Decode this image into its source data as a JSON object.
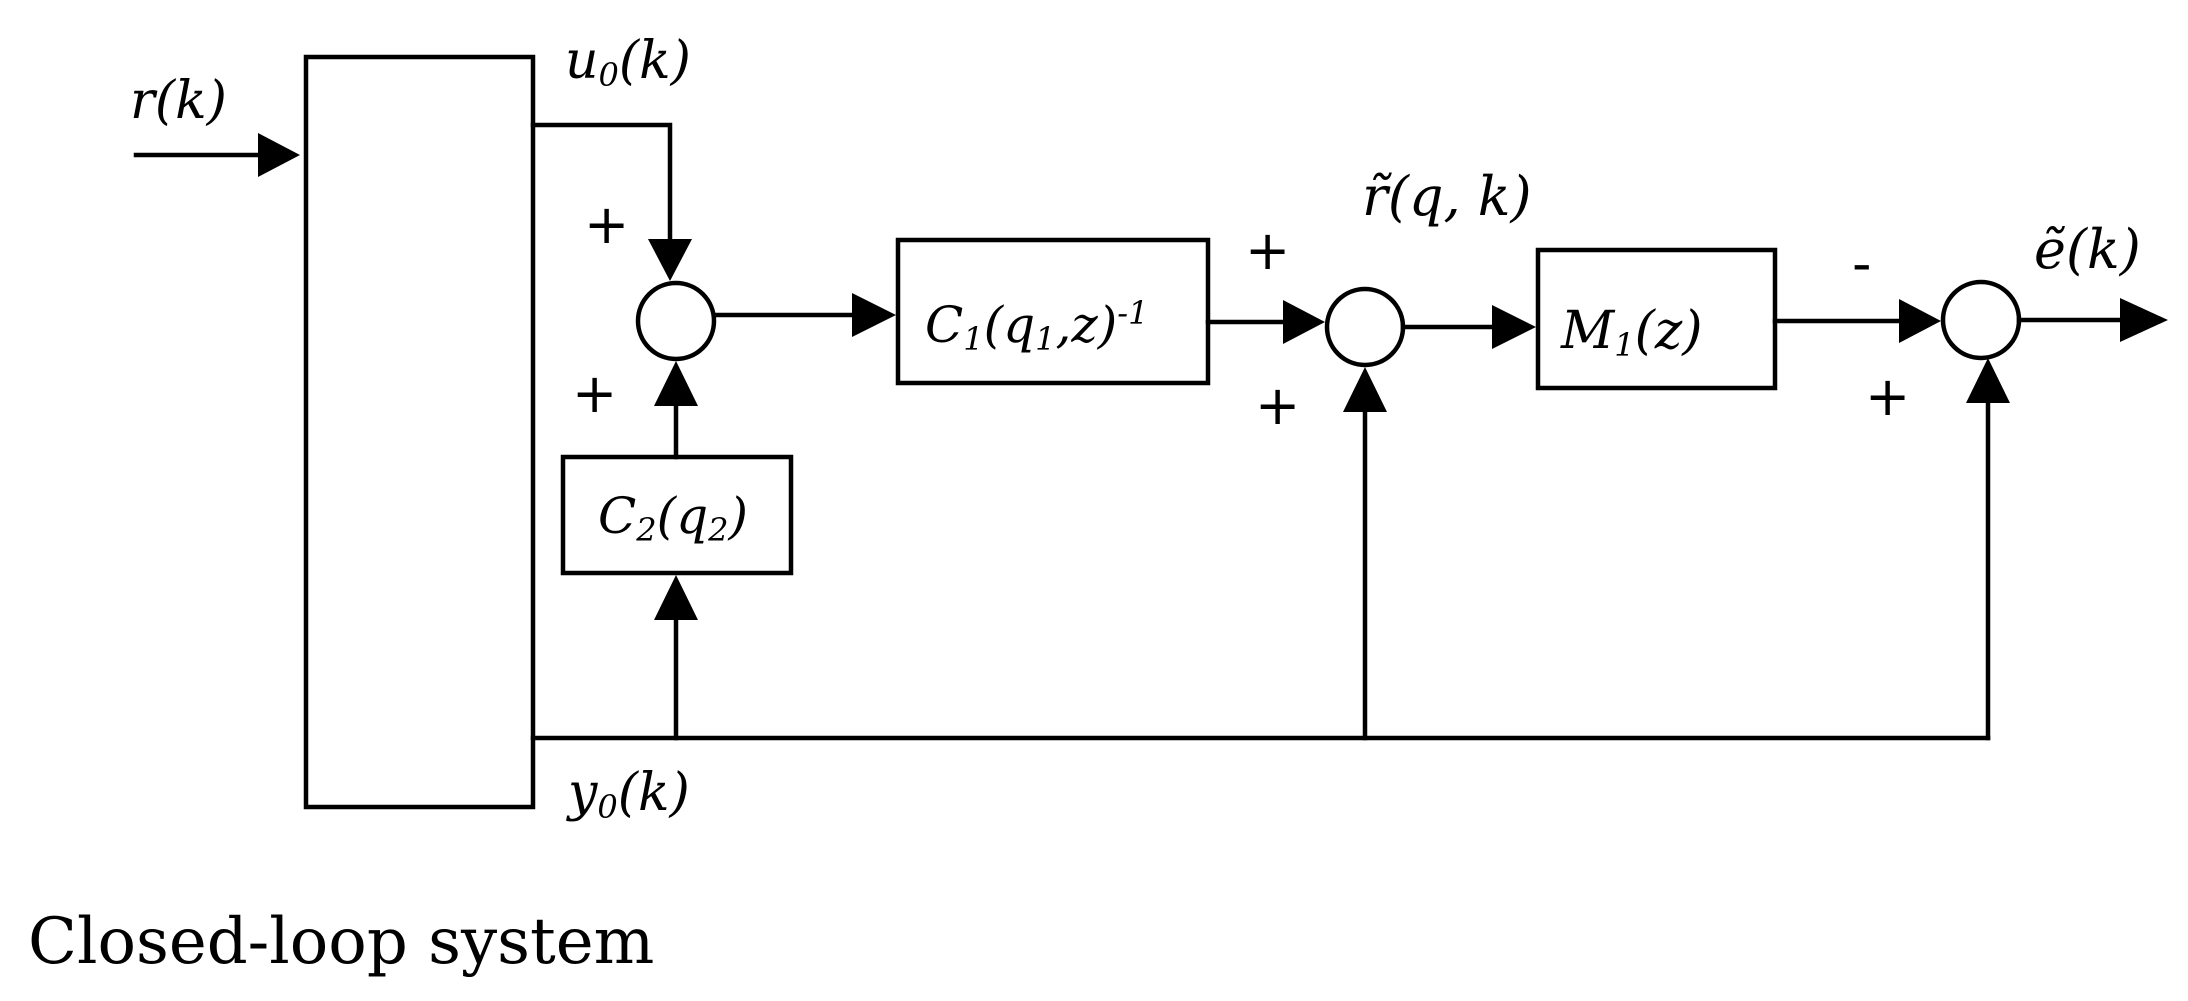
{
  "caption": "Closed-loop system",
  "signals": {
    "reference": "r(k)",
    "control": {
      "base": "u",
      "sub": "0",
      "rest": "(k)"
    },
    "output": {
      "base": "y",
      "sub": "0",
      "rest": "(k)"
    },
    "filtered_reference": "r̃(q, k)",
    "error": "ẽ(k)"
  },
  "blocks": {
    "c1": {
      "base": "C",
      "sub": "1",
      "mid": "(q",
      "sub2": "1",
      "rest": ",z)",
      "sup": "-1"
    },
    "c2": {
      "base": "C",
      "sub": "2",
      "mid": "(q",
      "sub2": "2",
      "rest": ")"
    },
    "m1": {
      "base": "M",
      "sub": "1",
      "rest": "(z)"
    }
  },
  "signs": {
    "sum1_top": "+",
    "sum1_bottom": "+",
    "sum2_top": "+",
    "sum2_bottom": "+",
    "sum3_top": "-",
    "sum3_bottom": "+"
  }
}
